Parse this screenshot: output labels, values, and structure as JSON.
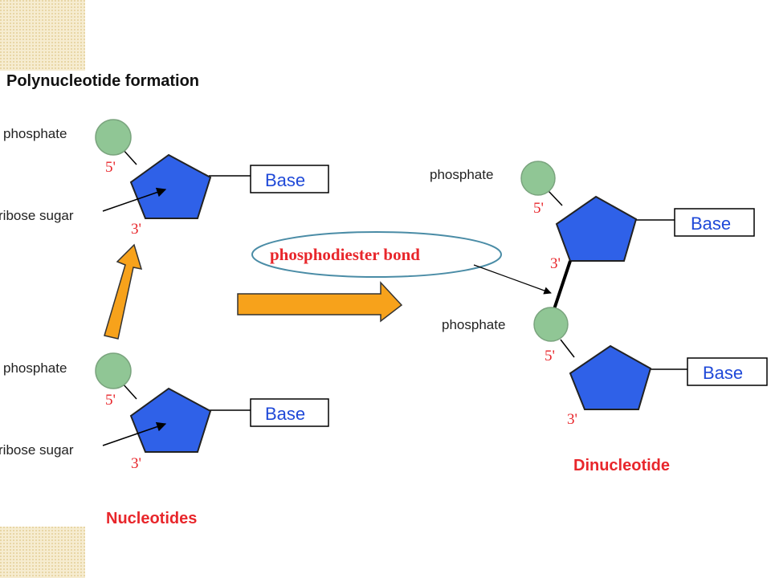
{
  "title": "Polynucleotide formation",
  "labels": {
    "phosphate": "phosphate",
    "ribose_sugar": "ribose sugar",
    "base": "Base",
    "prime5": "5'",
    "prime3": "3'"
  },
  "bond_label": "phosphodiester bond",
  "group_labels": {
    "left": "Nucleotides",
    "right": "Dinucleotide"
  },
  "colors": {
    "phosphate_fill": "#90c695",
    "sugar_fill": "#2f61e8",
    "arrow_fill": "#f7a21b",
    "prime_text": "#e8262b",
    "base_text": "#1f49d8",
    "deco_fill": "#f3e6c2"
  }
}
